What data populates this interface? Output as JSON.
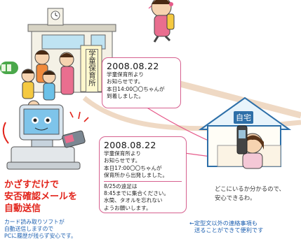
{
  "school_sign": "学童保育所",
  "home_label": "自宅",
  "message1": {
    "date": "2008.08.22",
    "lines": [
      "学童保育所より",
      "お知らせです。",
      "本日14:00〇〇ちゃんが",
      "到着しました。"
    ]
  },
  "message2": {
    "date": "2008.08.22",
    "lines": [
      "学童保育所より",
      "お知らせです。",
      "本日17:00〇〇ちゃんが",
      "保育所から出発しました。"
    ],
    "extra": [
      "8/25の遠足は",
      "8:45までに集合ください。",
      "水筒、タオルを忘れない",
      "ようお願いします。"
    ]
  },
  "headline": [
    "かざすだけで",
    "安否確認メールを",
    "自動送信"
  ],
  "caption": [
    "カード読み取りソフトが",
    "自動送信しますので",
    "PCに履歴が残らず安心です。"
  ],
  "mother_text": [
    "どこにいるか分かるので、",
    "安心できるわ。"
  ],
  "note": [
    "←定型文以外の連絡事項も",
    "送ることができて便利です"
  ],
  "colors": {
    "accent_red": "#e2231a",
    "accent_blue": "#1c5fb0",
    "bubble_border": "#d6608f",
    "path": "#efd9c4"
  }
}
